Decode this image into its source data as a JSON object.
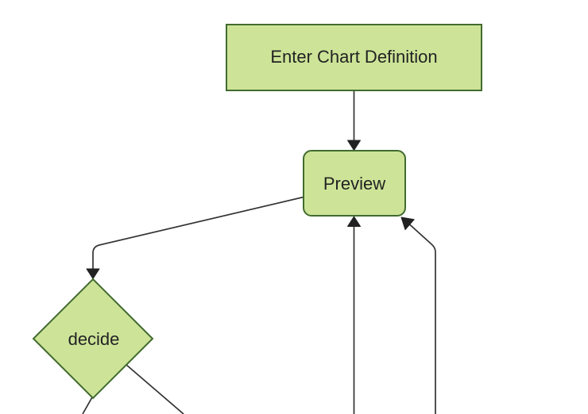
{
  "colors": {
    "background": "#ffffff",
    "node_fill": "#cde498",
    "node_border": "#426b2f",
    "edge_line": "#333333",
    "arrowhead": "#222222",
    "label_text": "#222222"
  },
  "diagram": {
    "kind": "flowchart",
    "direction": "top-down",
    "nodes": [
      {
        "id": "enter-chart-definition",
        "label": "Enter Chart Definition",
        "shape": "rectangle"
      },
      {
        "id": "preview",
        "label": "Preview",
        "shape": "rounded-rectangle"
      },
      {
        "id": "decide",
        "label": "decide",
        "shape": "diamond"
      }
    ],
    "edges": [
      {
        "from": "enter-chart-definition",
        "to": "preview",
        "arrow": true
      },
      {
        "from": "preview",
        "to": "decide",
        "arrow": true
      },
      {
        "from": "decide",
        "to": "offscreen-bottom-left",
        "arrow": false
      },
      {
        "from": "decide",
        "to": "offscreen-bottom-right",
        "arrow": false
      },
      {
        "from": "offscreen-bottom-center",
        "to": "preview",
        "arrow": true
      },
      {
        "from": "offscreen-bottom-right",
        "to": "preview",
        "arrow": true
      }
    ]
  }
}
